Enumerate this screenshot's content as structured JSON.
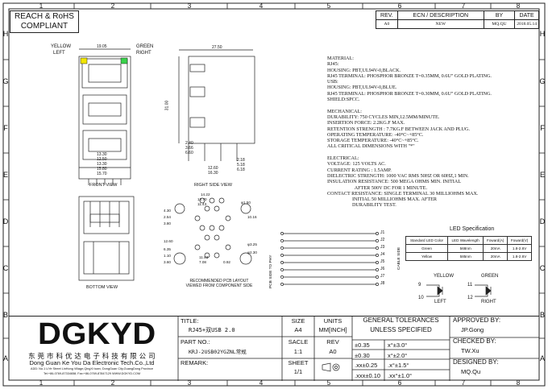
{
  "grid": {
    "columns": [
      "1",
      "2",
      "3",
      "4",
      "5",
      "6",
      "7",
      "8"
    ],
    "rows": [
      "H",
      "G",
      "F",
      "E",
      "D",
      "C",
      "B",
      "A"
    ]
  },
  "badge": {
    "line1": "REACH & RoHS",
    "line2": "COMPLIANT"
  },
  "revision": {
    "headers": [
      "REV.",
      "ECN / DESCRIPTION",
      "BY",
      "DATE"
    ],
    "row": [
      "A0",
      "NEW",
      "MQ.QU",
      "2018.05.14"
    ]
  },
  "front_view": {
    "led_left": [
      "YELLOW",
      "LEFT"
    ],
    "led_right": [
      "GREEN",
      "RIGHT"
    ],
    "dims": [
      "19.05",
      "13.30",
      "12.50",
      "13.30",
      "15.80",
      "15.70"
    ],
    "label": "FRONT VIEW",
    "led_left_color": "#f2e600",
    "led_right_color": "#39d24a"
  },
  "side_view": {
    "dims": [
      "27.50",
      "31.00",
      "2.40",
      "3.66",
      "6.60",
      "2.18",
      "5.18",
      "6.18",
      "12.60",
      "16.30"
    ],
    "label": "RIGHT SIDE VIEW"
  },
  "bottom_view": {
    "label": "BOTTOM VIEW"
  },
  "pcb_layout": {
    "dims": [
      "14.22",
      "12.70",
      "11.43",
      "4.30",
      "2.54",
      "3.80",
      "φ1.50",
      "10.16",
      "12.60",
      "6.35",
      "1.10",
      "3.60",
      "φ3.25",
      "11.43",
      "7.08",
      "0.92",
      "φ2.30"
    ],
    "label1": "RECOMMENDED PCB LAYOUT",
    "label2": "VIEWED FROM COMPONENT SIDE"
  },
  "pins": {
    "left_label": "PCB SIDE TO PHY",
    "right_label": "CABLE SIDE",
    "names": [
      "J1",
      "J2",
      "J3",
      "J4",
      "J5",
      "J6",
      "J7",
      "J8"
    ]
  },
  "material_text": "MATERIAL:\nRJ45:\nHOUSING: PBT,UL94V-0,BLACK.\nRJ45 TERMINAL: PHOSPHOR BRONZE T=0.35MM, 0.6U\" GOLD PLATING.\nUSB:\nHOUSING: PBT,UL94V-0,BLUE.\nRJ45 TERMINAL: PHOSPHOR BRONZE T=0.30MM, 0.6U\" GOLD PLATING.\nSHIELD:SPCC.\n\nMECHANICAL:\nDURABILITY: 750 CYCLES MIN,12.5MM/MINUTE.\nINSERTION FORCE: 2.2KG.F MAX.\nRETENTION STRENGTH : 7.7KG.F BETWEEN JACK AND PLUG.\nOPERATING TEMPERATURE: -40°C~+85°C.\nSTORAGE TEMPERATURE: -40°C~+85°C.\nALL CRITICAL DIMENSIONS WITH \"*\"\n\nELECTRICAL:\nVOLTAGE: 125 VOLTS AC.\nCURRENT RATING : 1.5AMP.\nDIELECTRIC STRENGTH: 1000 VAC RMS 50HZ OR 60HZ,1 MIN.\nINSULATION RESISTANCE: 500 MEGA OHMS MIN. INITIAL\n                      AFTER 500V DC FOR 1 MINUTE.\nCONTACT RESISTANCE: SINGLE TERMINAL 30 MILLIOHMS MAX.\n                    INITIAL 50 MILLIOHMS MAX. AFTER\n                    DURABILITY TEST.",
  "led_spec": {
    "title": "LED Specification",
    "headers": [
      "Standard LED Color",
      "LED Wavelength",
      "Foward(A)",
      "Foward(V)"
    ],
    "rows": [
      [
        "Green",
        "568nm",
        "20mA",
        "1.8-2.6V"
      ],
      [
        "Yellow",
        "585nm",
        "20mA",
        "1.8-2.6V"
      ]
    ]
  },
  "led_symbols": {
    "yellow": {
      "name": "YELLOW",
      "a": "9",
      "k": "10",
      "side": "LEFT"
    },
    "green": {
      "name": "GREEN",
      "a": "11",
      "k": "12",
      "side": "RIGHT"
    }
  },
  "company": {
    "logo": "DGKYD",
    "cn": "东 莞 市 科 优 达 电 子 科 技 有 限 公 司",
    "en": "Dong Guan Ke You Da Electronic Tech.Co.,Ltd",
    "addr": "ADD: No.1 LiYe Street LinHong Village,QingXi town, DongGuan City,GuangDong Province",
    "tel": "Tel:+86-0769-87334658; Fax:+86-0769-87847129 WWW.DGKYD.COM"
  },
  "title_block": {
    "title_lbl": "TITLE:",
    "title_val": "RJ45+双USB 2.0",
    "part_lbl": "PART NO.:",
    "part_val": "KRJ-2USB02YGZNL常规",
    "remark_lbl": "REMARK:",
    "size_lbl": "SIZE",
    "size_val": "A4",
    "units_lbl": "UNITS",
    "units_val": "MM[INCH]",
    "scale_lbl": "SACLE",
    "scale_val": "1:1",
    "rev_lbl": "REV",
    "rev_val": "A0",
    "sheet_lbl": "SHEET",
    "sheet_val": "1/1",
    "tol_title1": "GENERAL TOLERANCES",
    "tol_title2": "UNLESS SPECIFIED",
    "tol": [
      [
        "±0.35",
        "x°±3.0°"
      ],
      [
        "±0.30",
        "x°±2.0°"
      ],
      [
        ".xx±0.25",
        ".x°±1.5°"
      ],
      [
        ".xxx±0.10",
        ".xx°±1.0°"
      ]
    ],
    "approved_lbl": "APPROVED BY:",
    "approved_val": "JP.Gong",
    "checked_lbl": "CHECKED BY:",
    "checked_val": "TW.Xu",
    "designed_lbl": "DESIGNED BY:",
    "designed_val": "MQ.Qu"
  }
}
